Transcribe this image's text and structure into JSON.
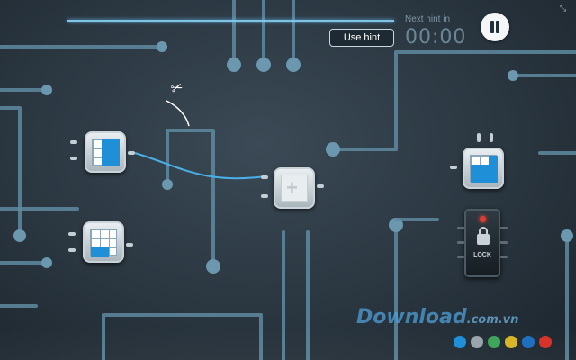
{
  "hud": {
    "use_hint_label": "Use hint",
    "next_hint_label": "Next hint in",
    "timer": "00:00"
  },
  "lock_chip": {
    "label": "LOCK"
  },
  "watermark": {
    "main": "Download",
    "suffix": ".com.vn"
  },
  "colors": {
    "trace": "#5f8aa0",
    "wire": "#4ab0e8",
    "cell_fill": "#1f8fd8",
    "led": "#e23b2e"
  },
  "palette": [
    "#1f8fd8",
    "#9aa4aa",
    "#3ea55a",
    "#d7b526",
    "#1f6fc0",
    "#d8332a"
  ],
  "icons": [
    "scissors-icon",
    "pause-icon",
    "lock-icon",
    "plus-icon",
    "minimize-icon"
  ]
}
